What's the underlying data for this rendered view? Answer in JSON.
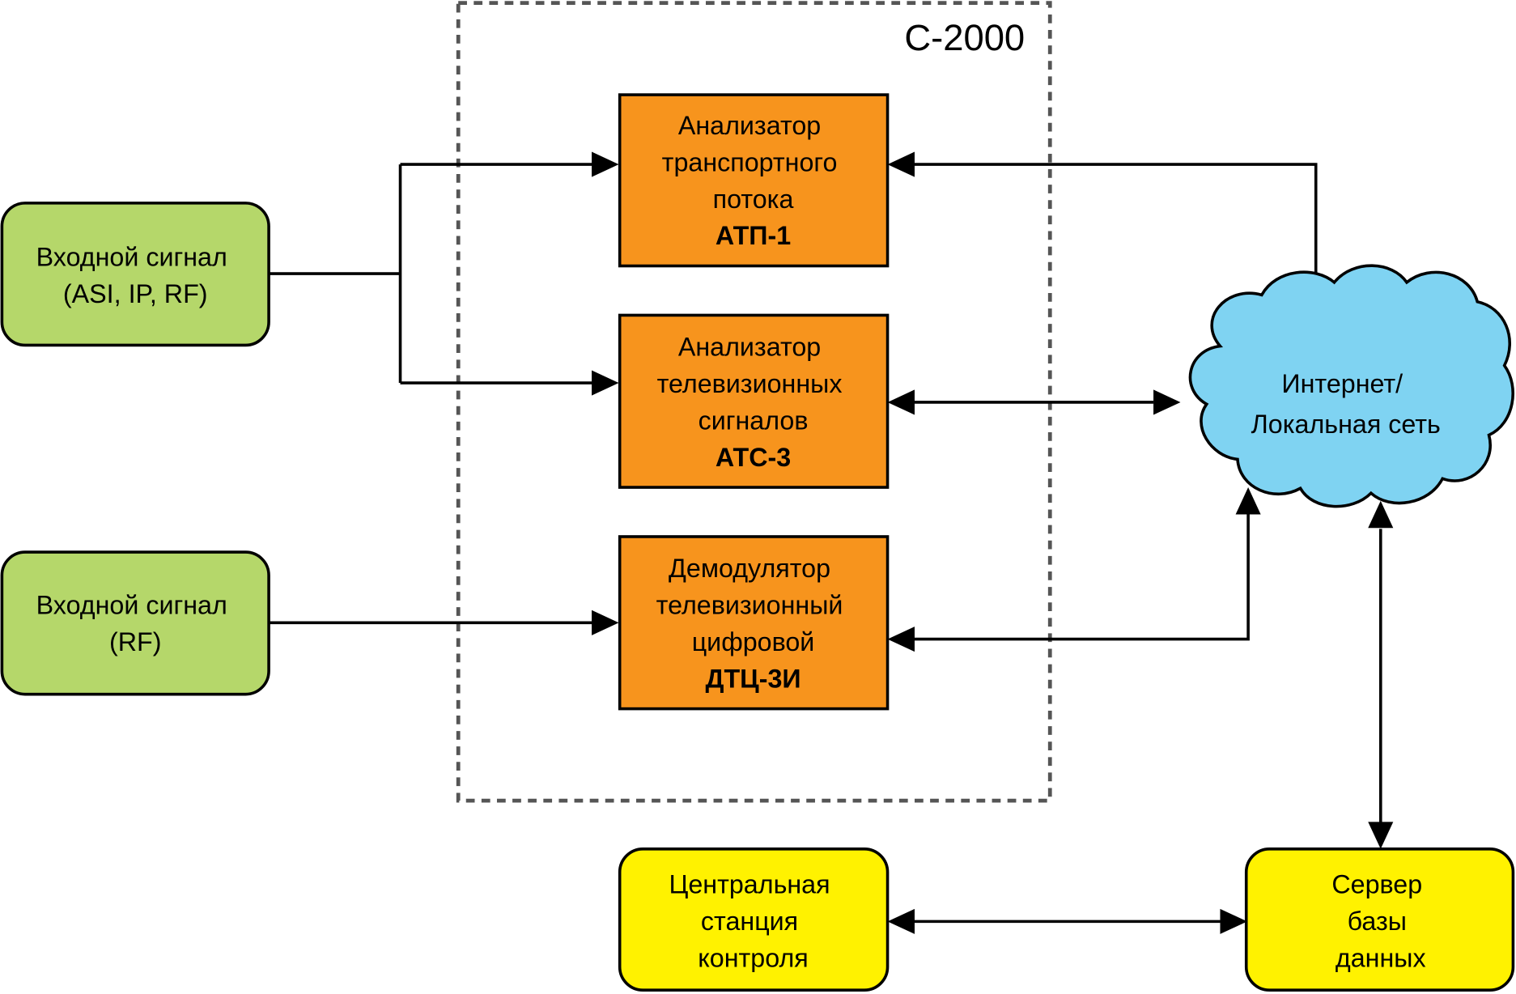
{
  "group": {
    "label": "С-2000"
  },
  "inputs": [
    {
      "lines": [
        "Входной сигнал",
        "(ASI, IP, RF)"
      ]
    },
    {
      "lines": [
        "Входной сигнал",
        "(RF)"
      ]
    }
  ],
  "devices": [
    {
      "lines": [
        "Анализатор",
        "транспортного",
        "потока"
      ],
      "code": "АТП-1"
    },
    {
      "lines": [
        "Анализатор",
        "телевизионных",
        "сигналов"
      ],
      "code": "АТС-3"
    },
    {
      "lines": [
        "Демодулятор",
        "телевизионный",
        "цифровой"
      ],
      "code": "ДТЦ-3И"
    }
  ],
  "network": {
    "lines": [
      "Интернет/",
      "Локальная сеть"
    ]
  },
  "station": {
    "lines": [
      "Центральная",
      "станция",
      "контроля"
    ]
  },
  "server": {
    "lines": [
      "Сервер",
      "базы",
      "данных"
    ]
  },
  "colors": {
    "device": "#f7941d",
    "input": "#b5d76a",
    "endpoint": "#fff200",
    "network": "#7fd3f2"
  }
}
